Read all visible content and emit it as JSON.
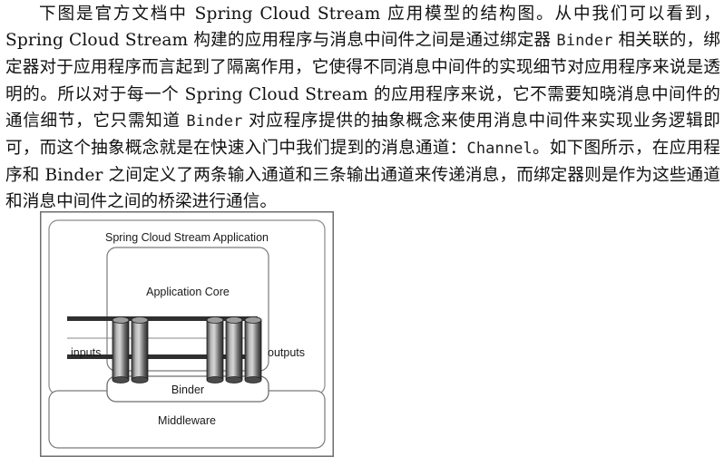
{
  "paragraph": {
    "s1": "下图是官方文档中 Spring Cloud Stream 应用模型的结构图。从中我们可以看到，Spring Cloud Stream 构建的应用程序与消息中间件之间是通过绑定器 ",
    "binder1": "Binder",
    "s2": " 相关联的，绑定器对于应用程序而言起到了隔离作用，它使得不同消息中间件的实现细节对应用程序来说是透明的。所以对于每一个 Spring Cloud Stream 的应用程序来说，它不需要知晓消息中间件的通信细节，它只需知道 ",
    "binder2": "Binder",
    "s3": " 对应程序提供的抽象概念来使用消息中间件来实现业务逻辑即可，而这个抽象概念就是在快速入门中我们提到的消息通道：",
    "channel": "Channel",
    "s4": "。如下图所示，在应用程序和 Binder 之间定义了两条输入通道和三条输出通道来传递消息，而绑定器则是作为这些通道和消息中间件之间的桥梁进行通信。"
  },
  "diagram": {
    "app_label": "Spring Cloud Stream Application",
    "core_label": "Application Core",
    "inputs_label": "inputs",
    "outputs_label": "outputs",
    "binder_label": "Binder",
    "middleware_label": "Middleware"
  }
}
